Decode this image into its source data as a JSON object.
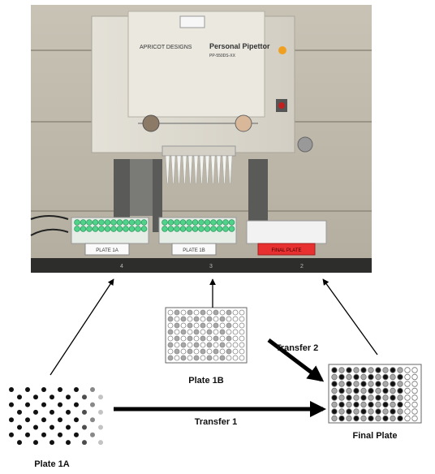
{
  "photo": {
    "instrument_brand": "APRICOT DESIGNS",
    "instrument_name": "Personal Pipettor",
    "instrument_model": "PP-550DS-XX",
    "plate_labels": [
      "PLATE 1A",
      "PLATE 1B",
      "FINAL PLATE"
    ],
    "deck_positions": [
      "4",
      "3",
      "2"
    ]
  },
  "diagram": {
    "plate_1a_label": "Plate 1A",
    "plate_1b_label": "Plate 1B",
    "final_plate_label": "Final Plate",
    "transfer_1_label": "Transfer 1",
    "transfer_2_label": "Transfer 2"
  },
  "colors": {
    "well_black": "#111111",
    "well_gray": "#a8a8a8",
    "well_empty": "#ffffff",
    "arrow": "#000000"
  }
}
